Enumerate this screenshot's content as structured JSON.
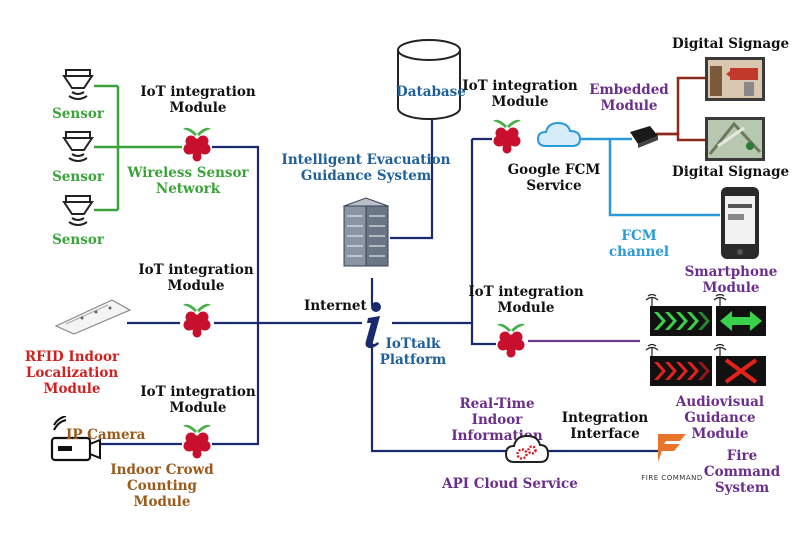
{
  "colors": {
    "green": "#3aa33a",
    "navy": "#1a2a6c",
    "purple": "#6b3a8a",
    "brown": "#8b2a1a",
    "cyan": "#2a9ad8",
    "pi_red": "#c8102e",
    "pi_leaf": "#4ab04a"
  },
  "sensors": {
    "label": "Sensor"
  },
  "wsn_module": {
    "title": "IoT integration Module",
    "subtitle": "Wireless Sensor Network"
  },
  "rfid_module": {
    "title": "IoT integration Module",
    "device": "RFID Indoor Localization Module"
  },
  "camera_module": {
    "title": "IoT integration Module",
    "camera": "IP Camera",
    "subtitle": "Indoor Crowd Counting Module"
  },
  "database": {
    "label": "Database"
  },
  "evac_system": {
    "label": "Intelligent Evacuation Guidance System"
  },
  "internet": {
    "label": "Internet"
  },
  "iottalk": {
    "label": "IoTtalk Platform",
    "icon": "info-i-icon"
  },
  "fcm_module": {
    "title": "IoT integration Module",
    "service": "Google FCM Service"
  },
  "embedded": {
    "label": "Embedded Module"
  },
  "signage": {
    "label": "Digital Signage"
  },
  "fcm_channel": {
    "label": "FCM channel"
  },
  "smartphone": {
    "label": "Smartphone Module"
  },
  "av_module": {
    "title": "IoT integration Module",
    "label": "Audiovisual Guidance Module"
  },
  "api": {
    "info": "Real-Time Indoor Information",
    "label": "API Cloud Service"
  },
  "integration": {
    "label": "Integration Interface"
  },
  "fire": {
    "label": "Fire Command System",
    "logo_text": "FIRE COMMAND"
  }
}
